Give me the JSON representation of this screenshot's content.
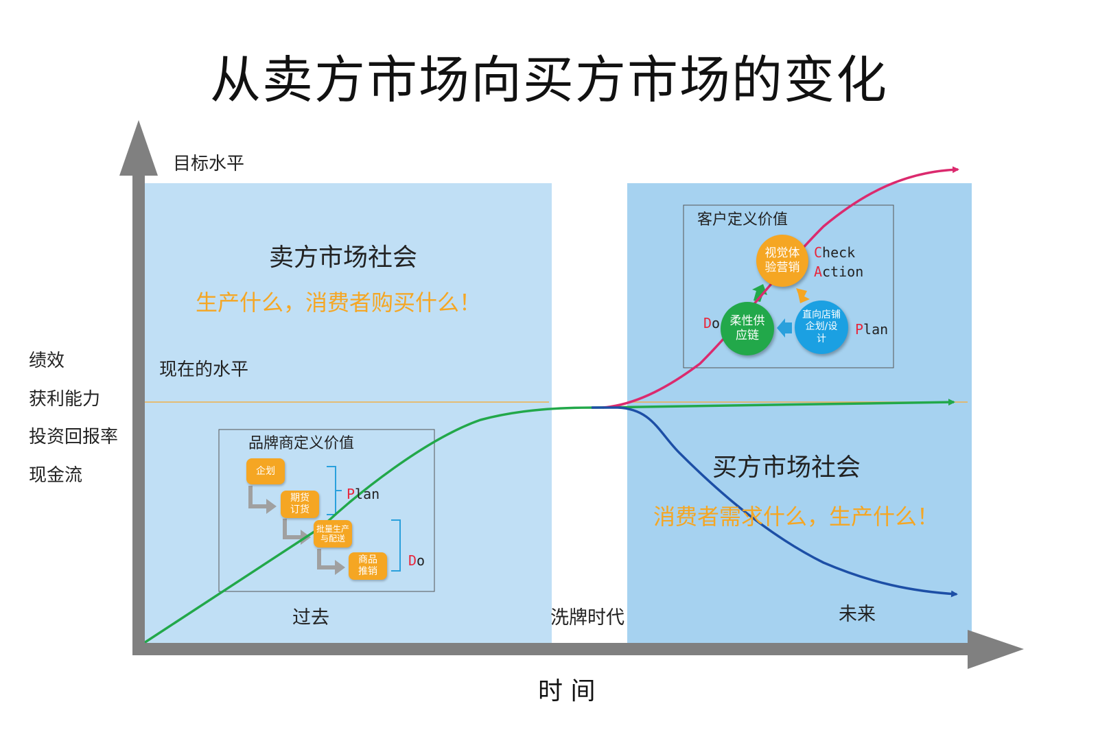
{
  "title": "从卖方市场向买方市场的变化",
  "y_axis": {
    "target_level": "目标水平",
    "current_level": "现在的水平",
    "metrics": [
      "绩效",
      "获利能力",
      "投资回报率",
      "现金流"
    ]
  },
  "x_axis": {
    "label": "时 间",
    "past": "过去",
    "shuffle": "洗牌时代",
    "future": "未来"
  },
  "seller_market": {
    "title": "卖方市场社会",
    "slogan": "生产什么，消费者购买什么！",
    "panel_title": "品牌商定义价值",
    "steps": [
      "企划",
      "期货订货",
      "批量生产与配送",
      "商品推销"
    ],
    "plan_label": "Plan",
    "do_label": "Do"
  },
  "buyer_market": {
    "title": "买方市场社会",
    "slogan": "消费者需求什么，生产什么！",
    "panel_title": "客户定义价值",
    "cycle": {
      "check_action": "视觉体验营销",
      "plan": "直向店铺企划/设计",
      "do": "柔性供应链"
    },
    "labels": {
      "check": "Check",
      "action": "Action",
      "plan": "Plan",
      "do": "Do"
    }
  },
  "colors": {
    "zone_light": "#c0dff5",
    "zone_dark": "#a6d2f0",
    "axis": "#808080",
    "green_curve": "#22a84a",
    "pink_curve": "#db2a6e",
    "blue_curve": "#1d4fa6",
    "orange": "#f5a623",
    "current_level_line": "#f0b04a"
  }
}
